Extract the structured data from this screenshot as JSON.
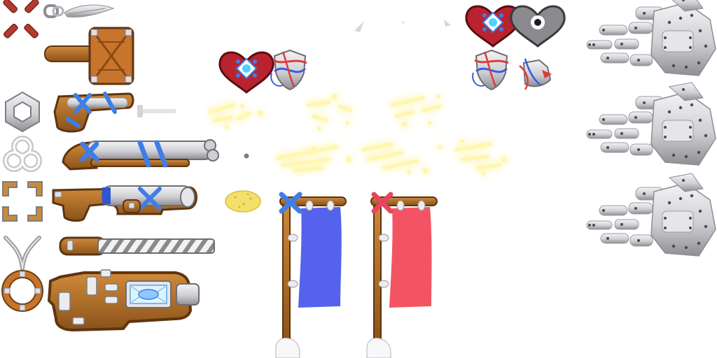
{
  "sprite_sheet": {
    "background": "#ffffff",
    "palette": {
      "wood": "#b8742a",
      "wood_dark": "#6b3f12",
      "wood_light": "#d08a3a",
      "metal": "#d9d9dc",
      "metal_dark": "#7d7d82",
      "blue": "#3f7de8",
      "red_mark": "#c0392b",
      "glow": "#ffe066",
      "glow_core": "#fff8d0",
      "flag_blue": "#4755ea",
      "flag_red": "#f24b5c",
      "pink_x": "#e8435f",
      "sponge": "#f3e06a",
      "heart_red": "#b9232f",
      "heart_grey": "#6f6f73",
      "gem": "#8be3ff"
    },
    "sprites": [
      {
        "name": "target-marker-icon"
      },
      {
        "name": "chain-link-icon"
      },
      {
        "name": "feather-blade-icon"
      },
      {
        "name": "wooden-mallet"
      },
      {
        "name": "hex-nut-icon"
      },
      {
        "name": "taped-pistol"
      },
      {
        "name": "small-bolt"
      },
      {
        "name": "tri-ring-icon"
      },
      {
        "name": "long-rifle"
      },
      {
        "name": "pellet"
      },
      {
        "name": "corner-brackets-icon"
      },
      {
        "name": "taped-blaster"
      },
      {
        "name": "crossed-pipes-icon"
      },
      {
        "name": "striped-lance"
      },
      {
        "name": "ring-icon"
      },
      {
        "name": "heavy-cannon"
      },
      {
        "name": "sponge"
      },
      {
        "name": "heart-gem-red-icon"
      },
      {
        "name": "heart-gem-grey-icon"
      },
      {
        "name": "taped-shield-icon"
      },
      {
        "name": "glow-sparks"
      },
      {
        "name": "blue-banner"
      },
      {
        "name": "red-banner"
      },
      {
        "name": "robot-hand"
      },
      {
        "name": "debris-shard"
      }
    ]
  }
}
